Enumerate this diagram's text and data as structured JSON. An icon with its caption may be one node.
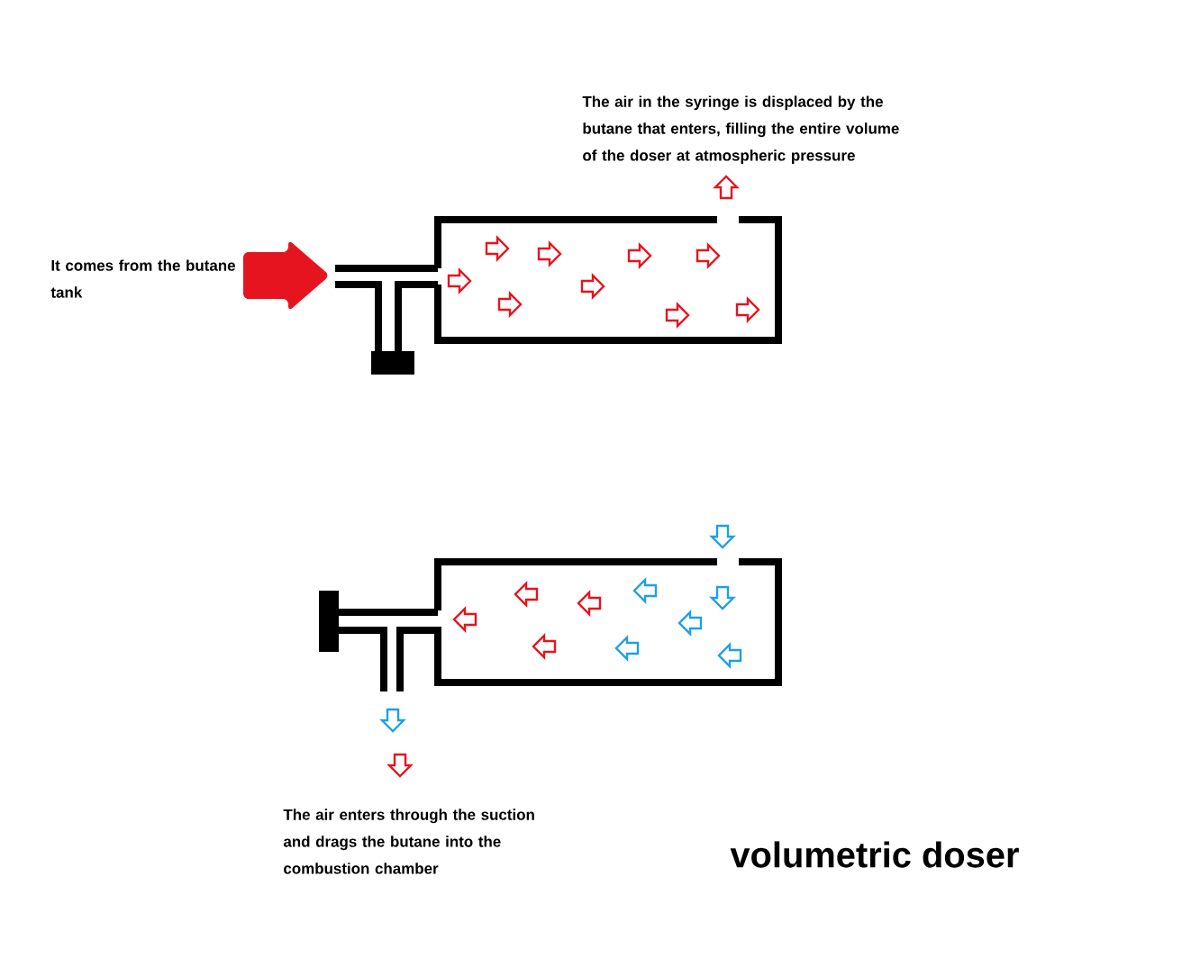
{
  "diagram": {
    "title": "volumetric doser",
    "labels": [
      "The air in the syringe is displaced by the butane that enters, filling the entire volume of the doser at atmospheric pressure",
      "It comes from the butane tank",
      "The air enters through the suction and drags the butane into the combustion chamber"
    ]
  }
}
